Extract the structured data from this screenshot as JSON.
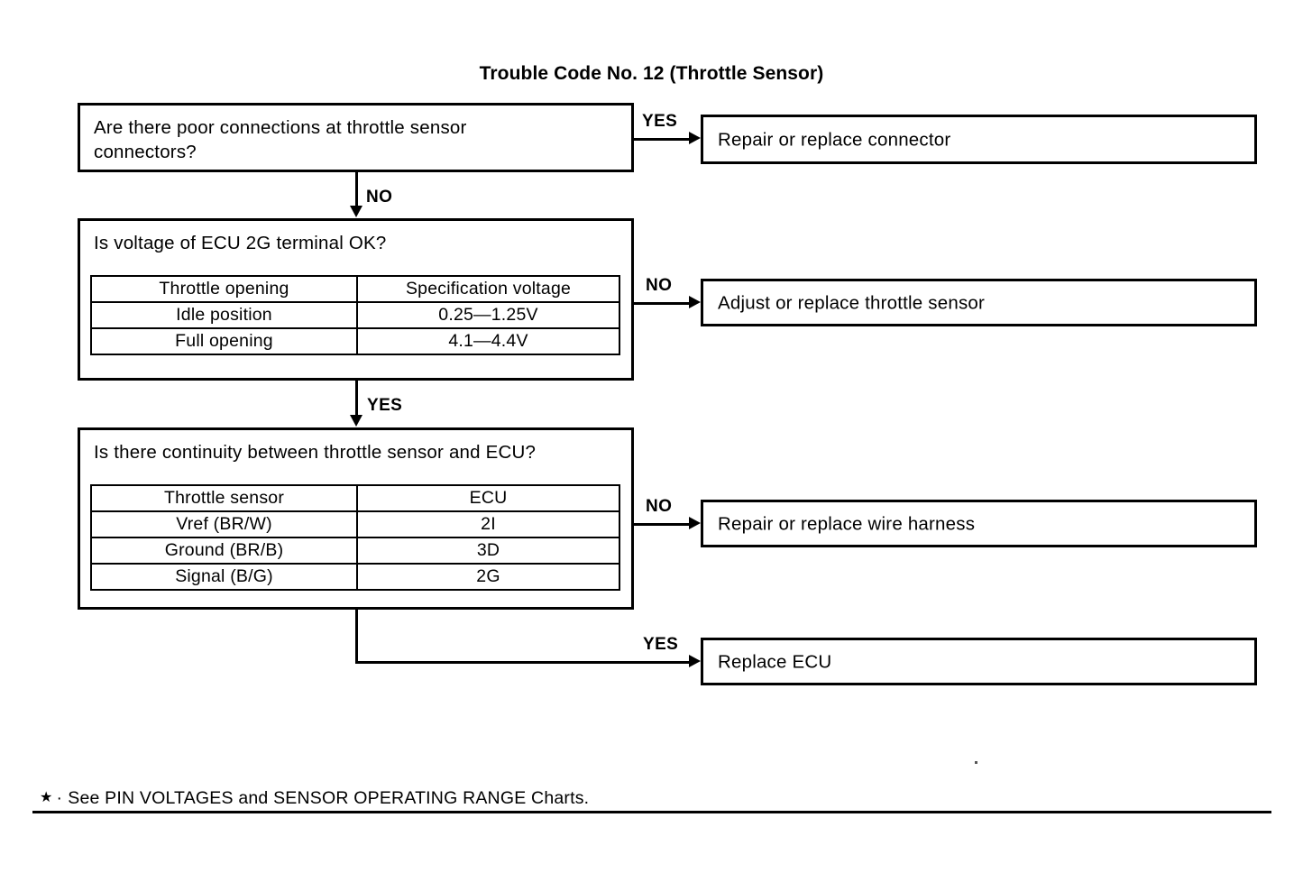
{
  "title": "Trouble Code No. 12 (Throttle Sensor)",
  "steps": [
    {
      "id": "step-1",
      "question": "Are there poor connections at throttle sensor\nconnectors?",
      "yes_label": "YES",
      "no_label": "NO"
    },
    {
      "id": "step-2",
      "question": "Is voltage of ECU 2G terminal OK?",
      "yes_label": "YES",
      "no_label": "NO",
      "table": {
        "headers": [
          "Throttle opening",
          "Specification voltage"
        ],
        "rows": [
          [
            "Idle position",
            "0.25—1.25V"
          ],
          [
            "Full opening",
            "4.1—4.4V"
          ]
        ]
      }
    },
    {
      "id": "step-3",
      "question": "Is there continuity between throttle sensor and ECU?",
      "yes_label": "YES",
      "no_label": "NO",
      "table": {
        "headers": [
          "Throttle sensor",
          "ECU"
        ],
        "rows": [
          [
            "Vref (BR/W)",
            "2I"
          ],
          [
            "Ground (BR/B)",
            "3D"
          ],
          [
            "Signal (B/G)",
            "2G"
          ]
        ]
      }
    }
  ],
  "actions": [
    {
      "id": "action-1",
      "text": "Repair or replace connector",
      "branch": "YES"
    },
    {
      "id": "action-2",
      "text": "Adjust or replace throttle sensor",
      "branch": "NO"
    },
    {
      "id": "action-3",
      "text": "Repair or replace wire harness",
      "branch": "NO"
    },
    {
      "id": "action-4",
      "text": "Replace ECU",
      "branch": "YES"
    }
  ],
  "footnote": {
    "star": "★",
    "dot": "·",
    "text": "See PIN VOLTAGES and SENSOR OPERATING RANGE Charts."
  },
  "colors": {
    "ink": "#000000",
    "paper": "#ffffff"
  }
}
